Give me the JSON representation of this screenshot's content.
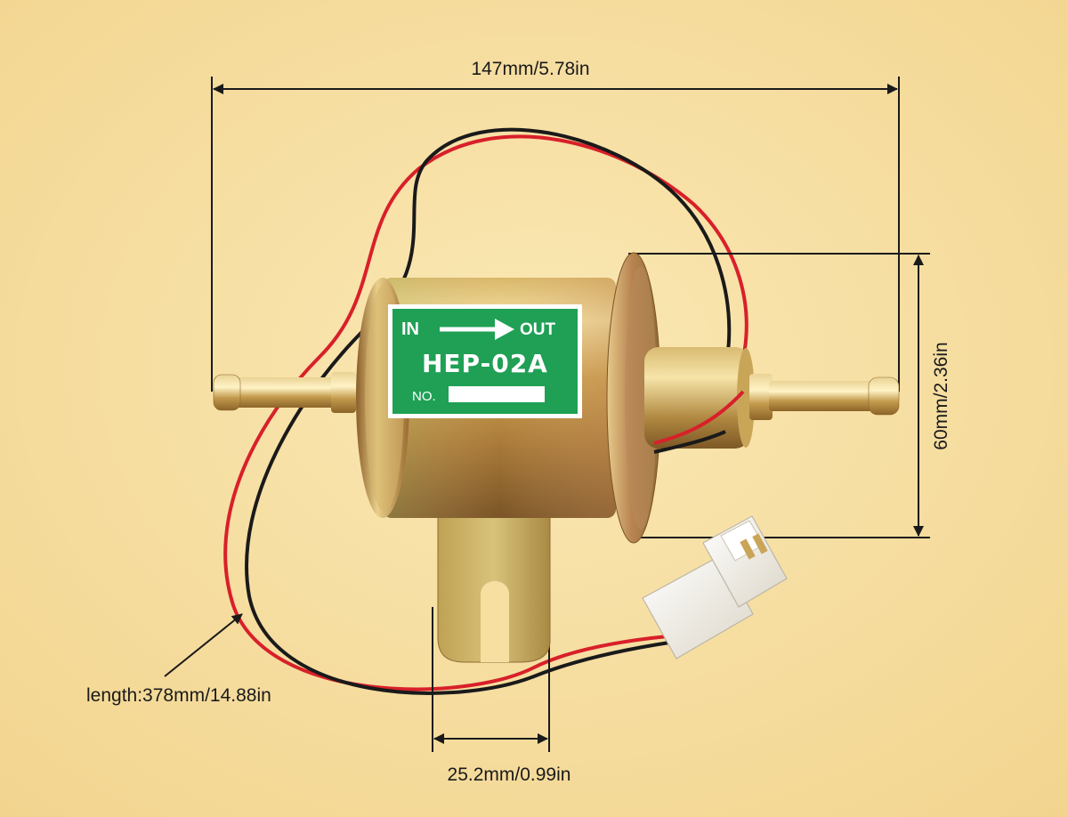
{
  "dimensions": {
    "total_length": "147mm/5.78in",
    "height": "60mm/2.36in",
    "bracket_width": "25.2mm/0.99in",
    "wire_length": "length:378mm/14.88in"
  },
  "label": {
    "inlet": "IN",
    "outlet": "OUT",
    "model": "HEP-02A",
    "number_prefix": "NO."
  },
  "colors": {
    "background": "#f6dfa0",
    "label_green": "#1fa055",
    "wire_red": "#d8202a",
    "wire_black": "#1a1a1a",
    "metal_gold": "#c8a24a",
    "connector": "#f4f1ea"
  }
}
